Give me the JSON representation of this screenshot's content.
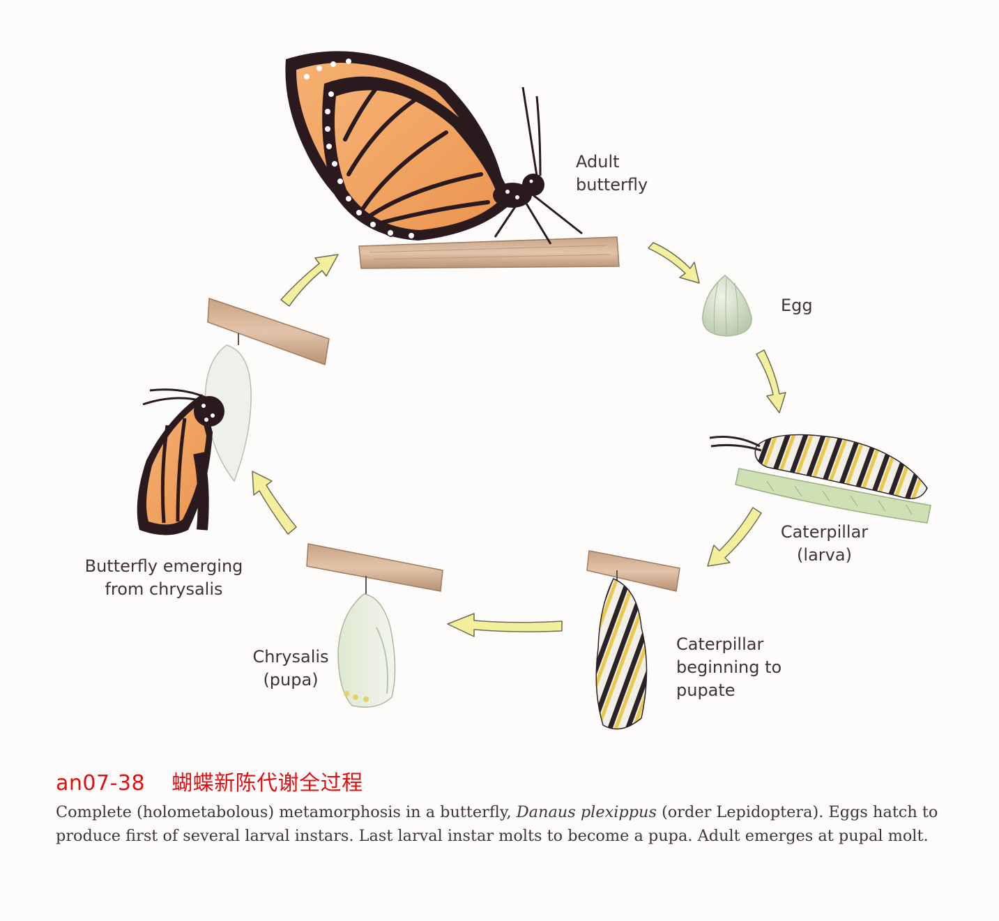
{
  "labels": {
    "adult": "Adult\nbutterfly",
    "egg": "Egg",
    "larva": "Caterpillar\n(larva)",
    "prepupa": "Caterpillar\nbeginning to\npupate",
    "pupa": "Chrysalis\n(pupa)",
    "emerging": "Butterfly emerging\nfrom chrysalis"
  },
  "caption": {
    "code": "an07-38",
    "title_cn": "蝴蝶新陈代谢全过程",
    "text_before": "Complete (holometabolous) metamorphosis in a butterfly, ",
    "species": "Danaus plexippus",
    "text_after": " (order Lepidoptera). Eggs hatch to produce first of several larval instars. Last larval instar molts to become a pupa. Adult emerges at pupal molt."
  },
  "colors": {
    "background": "#fdfcfb",
    "wing_orange": "#f0a060",
    "wing_black": "#2a1a1e",
    "twig": "#d9b79b",
    "arrow_fill": "#f4ef9c",
    "arrow_stroke": "#6a6a55",
    "egg": "#d9e3cc",
    "leaf": "#cfe0b5",
    "chrysalis": "#e3ebd8",
    "caption_red": "#e01010"
  },
  "icons": [
    "monarch-butterfly-icon",
    "egg-icon",
    "caterpillar-icon",
    "pupating-caterpillar-icon",
    "chrysalis-icon",
    "emerging-butterfly-icon",
    "cycle-arrow-icon"
  ]
}
